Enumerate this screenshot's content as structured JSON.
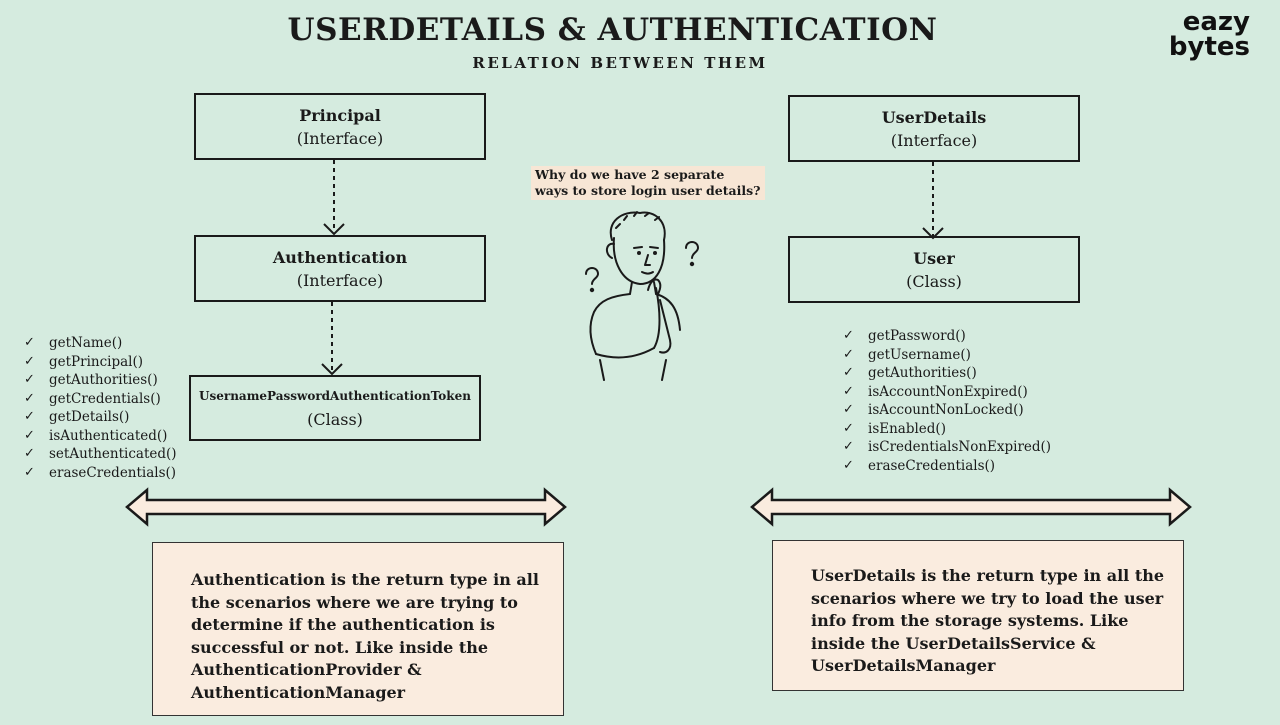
{
  "header": {
    "title": "USERDETAILS & AUTHENTICATION",
    "subtitle": "RELATION BETWEEN THEM"
  },
  "logo": {
    "line1": "eazy",
    "line2": "bytes"
  },
  "left": {
    "box1": {
      "name": "Principal",
      "type": "(Interface)"
    },
    "box2": {
      "name": "Authentication",
      "type": "(Interface)"
    },
    "box3": {
      "name": "UsernamePasswordAuthenticationToken",
      "type": "(Class)"
    },
    "methods": [
      "getName()",
      "getPrincipal()",
      "getAuthorities()",
      "getCredentials()",
      "getDetails()",
      "isAuthenticated()",
      "setAuthenticated()",
      "eraseCredentials()"
    ],
    "note": "Authentication is the return type in all the scenarios where we are trying to determine if  the authentication is successful or not. Like inside the AuthenticationProvider & AuthenticationManager"
  },
  "right": {
    "box1": {
      "name": "UserDetails",
      "type": "(Interface)"
    },
    "box2": {
      "name": "User",
      "type": "(Class)"
    },
    "methods": [
      "getPassword()",
      "getUsername()",
      "getAuthorities()",
      "isAccountNonExpired()",
      "isAccountNonLocked()",
      "isEnabled()",
      "isCredentialsNonExpired()",
      "eraseCredentials()"
    ],
    "note": "UserDetails is the return type in all the scenarios where we try to load the user info from the storage systems. Like inside the UserDetailsService & UserDetailsManager"
  },
  "question": "Why do we have 2 separate ways to store login user details?",
  "colors": {
    "background": "#d5ebdf",
    "note": "#faecdf",
    "arrow_fill": "#faecdf",
    "ink": "#1a1a1a"
  }
}
